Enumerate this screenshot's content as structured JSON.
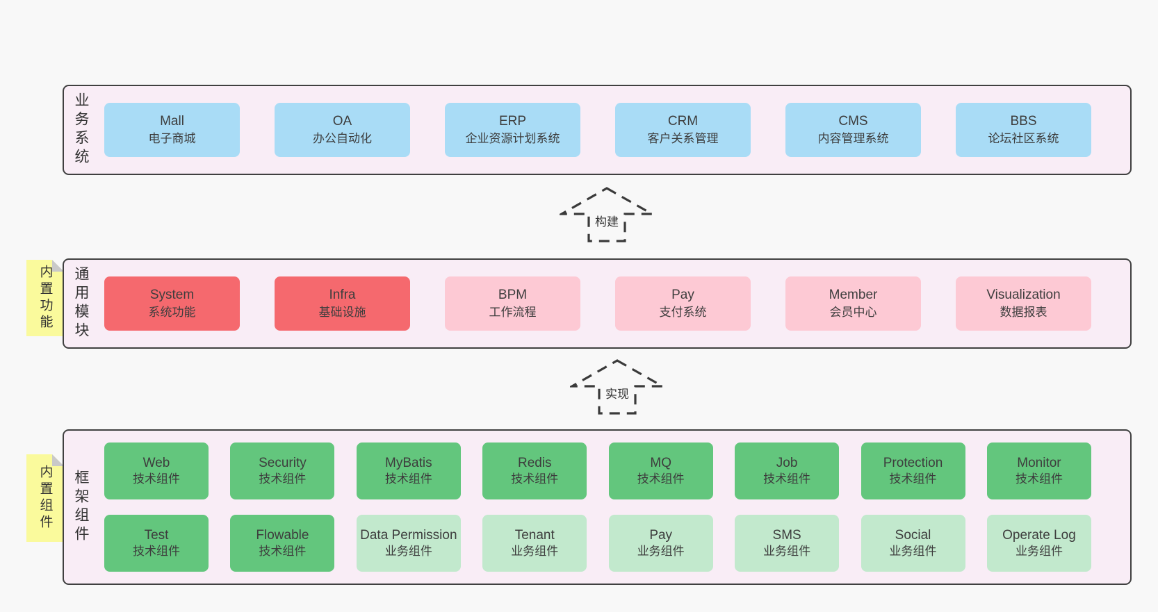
{
  "palette": {
    "page_bg": "#f8f8f8",
    "container_bg": "#f9edf6",
    "container_border": "#404040",
    "blue": "#a9dcf6",
    "red": "#f5696e",
    "pink": "#fdc9d4",
    "green": "#63c67d",
    "light_green": "#c2e9cd",
    "sticky_yellow": "#fafa9c",
    "sticky_fold": "#c9c9c9",
    "text": "#3d3d3d",
    "arrow": "#3a3a3a"
  },
  "business": {
    "label": "业务系统",
    "boxes": [
      {
        "en": "Mall",
        "zh": "电子商城"
      },
      {
        "en": "OA",
        "zh": "办公自动化"
      },
      {
        "en": "ERP",
        "zh": "企业资源计划系统"
      },
      {
        "en": "CRM",
        "zh": "客户关系管理"
      },
      {
        "en": "CMS",
        "zh": "内容管理系统"
      },
      {
        "en": "BBS",
        "zh": "论坛社区系统"
      }
    ]
  },
  "arrow_build": {
    "label": "构建"
  },
  "modules": {
    "label": "通用模块",
    "sticky": "内置功能",
    "boxes": [
      {
        "en": "System",
        "zh": "系统功能"
      },
      {
        "en": "Infra",
        "zh": "基础设施"
      },
      {
        "en": "BPM",
        "zh": "工作流程"
      },
      {
        "en": "Pay",
        "zh": "支付系统"
      },
      {
        "en": "Member",
        "zh": "会员中心"
      },
      {
        "en": "Visualization",
        "zh": "数据报表"
      }
    ]
  },
  "arrow_implement": {
    "label": "实现"
  },
  "framework": {
    "label": "框架组件",
    "sticky": "内置组件",
    "row1": [
      {
        "en": "Web",
        "zh": "技术组件"
      },
      {
        "en": "Security",
        "zh": "技术组件"
      },
      {
        "en": "MyBatis",
        "zh": "技术组件"
      },
      {
        "en": "Redis",
        "zh": "技术组件"
      },
      {
        "en": "MQ",
        "zh": "技术组件"
      },
      {
        "en": "Job",
        "zh": "技术组件"
      },
      {
        "en": "Protection",
        "zh": "技术组件"
      },
      {
        "en": "Monitor",
        "zh": "技术组件"
      }
    ],
    "row2": [
      {
        "en": "Test",
        "zh": "技术组件"
      },
      {
        "en": "Flowable",
        "zh": "技术组件"
      },
      {
        "en": "Data Permission",
        "zh": "业务组件"
      },
      {
        "en": "Tenant",
        "zh": "业务组件"
      },
      {
        "en": "Pay",
        "zh": "业务组件"
      },
      {
        "en": "SMS",
        "zh": "业务组件"
      },
      {
        "en": "Social",
        "zh": "业务组件"
      },
      {
        "en": "Operate Log",
        "zh": "业务组件"
      }
    ]
  }
}
